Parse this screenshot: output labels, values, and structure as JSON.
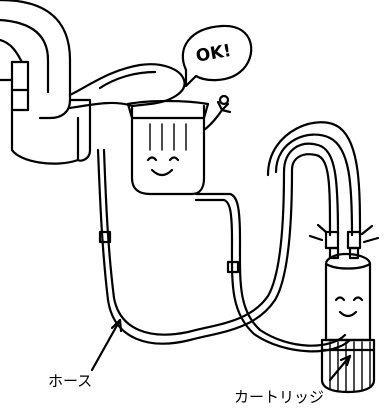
{
  "speech_bubble": {
    "text": "OK!"
  },
  "labels": {
    "hose": "ホース",
    "cartridge": "カートリッジ"
  },
  "colors": {
    "line": "#000000",
    "background": "#ffffff"
  },
  "characters": [
    {
      "name": "faucet-head-character",
      "expression": "smiling"
    },
    {
      "name": "cartridge-character",
      "expression": "smiling"
    }
  ]
}
